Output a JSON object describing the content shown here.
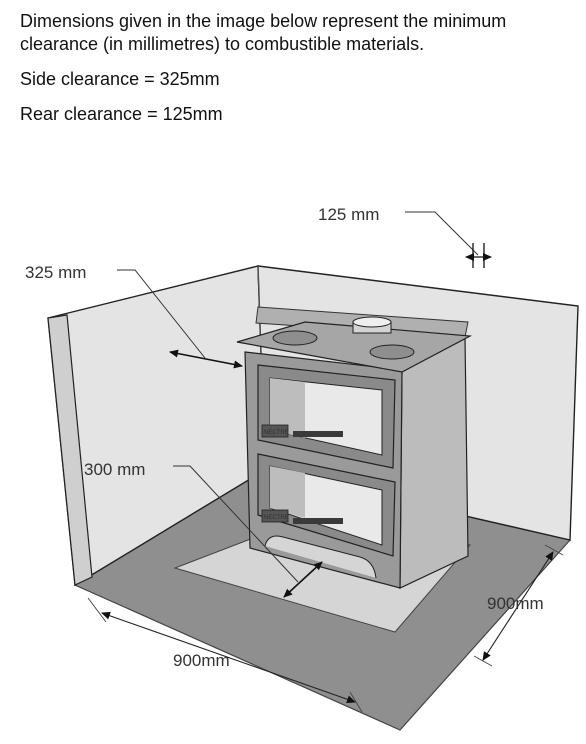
{
  "intro": {
    "line1": "Dimensions given in the image below represent the minimum",
    "line2": "clearance (in millimetres) to combustible materials.",
    "side": "Side clearance = 325mm",
    "rear": "Rear clearance = 125mm"
  },
  "diagram": {
    "rear_label": "125 mm",
    "side_label": "325 mm",
    "front_label": "300 mm",
    "hearth_width_label": "900mm",
    "hearth_depth_label": "900mm",
    "brand_plate": "NECTRE",
    "colors": {
      "wall": "#e4e4e4",
      "floor": "#8f8f8f",
      "hearth": "#d5d5d5",
      "stove_front": "#9a9a9a",
      "stove_side": "#bcbcbc",
      "stove_top": "#a6a6a6",
      "window": "#e9e9e9"
    }
  }
}
